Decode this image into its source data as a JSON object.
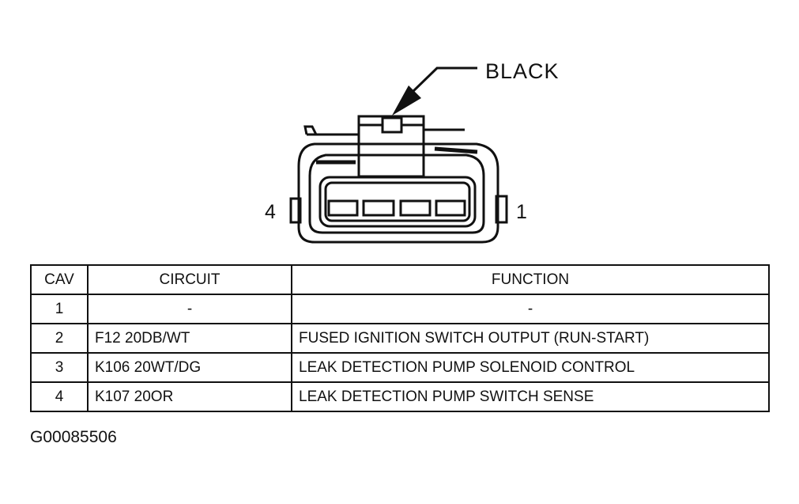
{
  "connector": {
    "callout_label": "BLACK",
    "pin_left_label": "4",
    "pin_right_label": "1"
  },
  "table": {
    "headers": {
      "cav": "CAV",
      "circuit": "CIRCUIT",
      "function": "FUNCTION"
    },
    "rows": [
      {
        "cav": "1",
        "circuit": "-",
        "function": "-"
      },
      {
        "cav": "2",
        "circuit": "F12 20DB/WT",
        "function": "FUSED IGNITION SWITCH OUTPUT (RUN-START)"
      },
      {
        "cav": "3",
        "circuit": "K106 20WT/DG",
        "function": "LEAK DETECTION PUMP SOLENOID CONTROL"
      },
      {
        "cav": "4",
        "circuit": "K107 20OR",
        "function": "LEAK DETECTION PUMP SWITCH SENSE"
      }
    ]
  },
  "figure_id": "G00085506"
}
